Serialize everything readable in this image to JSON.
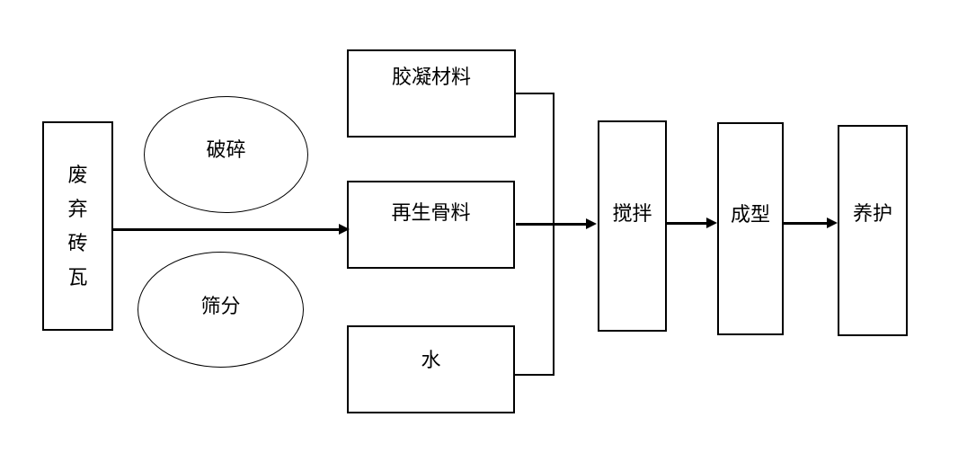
{
  "diagram": {
    "type": "flowchart",
    "background_color": "#ffffff",
    "stroke_color": "#000000",
    "nodes": {
      "waste": {
        "shape": "rectangle",
        "label": "废弃砖瓦",
        "chars": [
          "废",
          "弃",
          "砖",
          "瓦"
        ]
      },
      "crush": {
        "shape": "ellipse",
        "label": "破碎"
      },
      "sieve": {
        "shape": "ellipse",
        "label": "筛分"
      },
      "cement": {
        "shape": "rectangle",
        "label": "胶凝材料"
      },
      "aggregate": {
        "shape": "rectangle",
        "label": "再生骨料"
      },
      "water": {
        "shape": "rectangle",
        "label": "水"
      },
      "mix": {
        "shape": "rectangle",
        "label": "搅拌"
      },
      "form": {
        "shape": "rectangle",
        "label": "成型"
      },
      "cure": {
        "shape": "rectangle",
        "label": "养护"
      }
    },
    "edges": [
      {
        "from": "waste",
        "to": "aggregate",
        "style": "arrow"
      },
      {
        "from": "cement",
        "to": "junction",
        "style": "line"
      },
      {
        "from": "water",
        "to": "junction",
        "style": "line"
      },
      {
        "from": "aggregate",
        "to": "mix",
        "style": "arrow"
      },
      {
        "from": "mix",
        "to": "form",
        "style": "arrow"
      },
      {
        "from": "form",
        "to": "cure",
        "style": "arrow"
      }
    ]
  }
}
